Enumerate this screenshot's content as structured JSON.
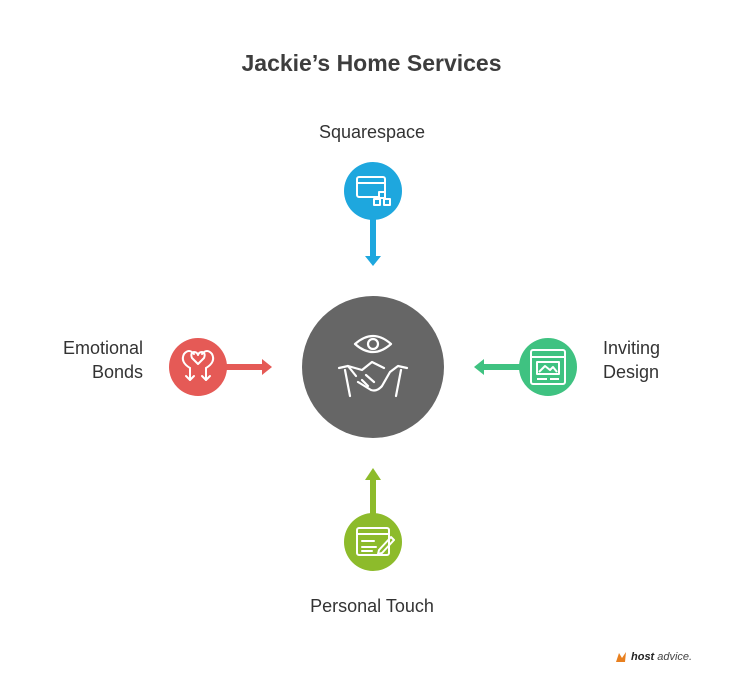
{
  "title": "Jackie’s Home Services",
  "nodes": {
    "top": {
      "label": "Squarespace",
      "color": "#1ea7de",
      "icon": "window-blocks-icon"
    },
    "right": {
      "label": "Inviting Design",
      "line1": "Inviting",
      "line2": "Design",
      "color": "#3fc281",
      "icon": "web-layout-icon"
    },
    "bottom": {
      "label": "Personal Touch",
      "color": "#8dbb2b",
      "icon": "pen-window-icon"
    },
    "left": {
      "label": "Emotional Bonds",
      "line1": "Emotional",
      "line2": "Bonds",
      "color": "#e55a56",
      "icon": "hearts-icon"
    }
  },
  "center": {
    "color": "#666666",
    "icon": "eye-handshake-icon"
  },
  "logo": {
    "part1": "host",
    "part2": "advice."
  }
}
